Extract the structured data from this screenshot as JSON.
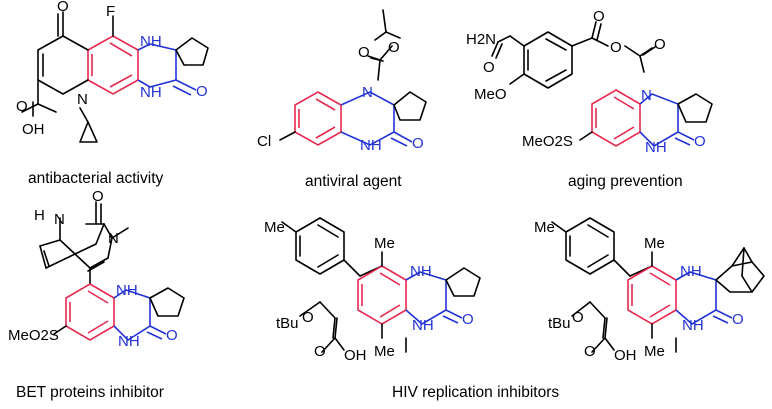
{
  "colors": {
    "bond": "#000000",
    "aromatic_ring": "#e8284f",
    "scaffold": "#2233d6",
    "background": "#ffffff"
  },
  "captions": {
    "antibacterial": "antibacterial activity",
    "antiviral": "antiviral agent",
    "aging": "aging prevention",
    "bet": "BET proteins inhibitor",
    "hiv": "HIV replication inhibitors"
  },
  "atoms": {
    "F": "F",
    "NH": "NH",
    "N": "N",
    "O": "O",
    "OH": "OH",
    "Cl": "Cl",
    "H": "H",
    "H2N": "H2N",
    "MeO": "MeO",
    "MeO2S": "MeO2S",
    "Me": "Me",
    "tBu": "tBu"
  }
}
